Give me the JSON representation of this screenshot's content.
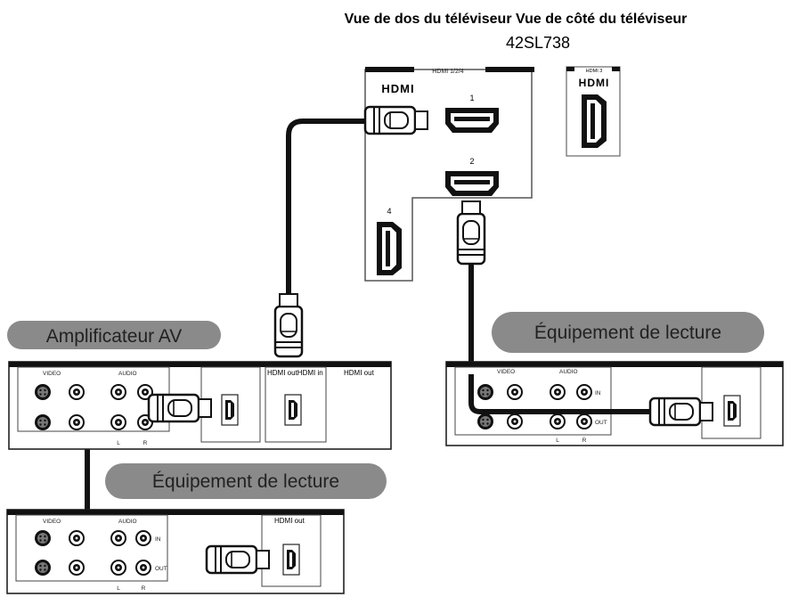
{
  "title": "Vue de dos du téléviseur Vue de côté du téléviseur",
  "model": "42SL738",
  "tv_back": {
    "port_group_label": "HDMI 1/2/4",
    "logo": "HDMI",
    "port_numbers": [
      "1",
      "2",
      "4"
    ]
  },
  "tv_side": {
    "port_group_label": "HDMI 3",
    "logo": "HDMI"
  },
  "devices": {
    "amplifier": {
      "label": "Amplificateur AV",
      "hdmi_out_in_label": "HDMI outHDMI in",
      "hdmi_out_label": "HDMI out",
      "video_label": "VIDEO",
      "audio_label": "AUDIO",
      "l_label": "L",
      "r_label": "R"
    },
    "player_bottom": {
      "label": "Équipement de lecture",
      "hdmi_out_label": "HDMI out",
      "video_label": "VIDEO",
      "audio_label": "AUDIO",
      "in_label": "IN",
      "out_label": "OUT",
      "l_label": "L",
      "r_label": "R"
    },
    "player_right": {
      "label": "Équipement de lecture",
      "video_label": "VIDEO",
      "audio_label": "AUDIO",
      "in_label": "IN",
      "out_label": "OUT",
      "l_label": "L",
      "r_label": "R"
    }
  },
  "icons": [
    "hdmi-logo-icon",
    "hdmi-port-icon",
    "hdmi-plug-icon",
    "rca-jack-icon",
    "s-video-jack-icon"
  ]
}
